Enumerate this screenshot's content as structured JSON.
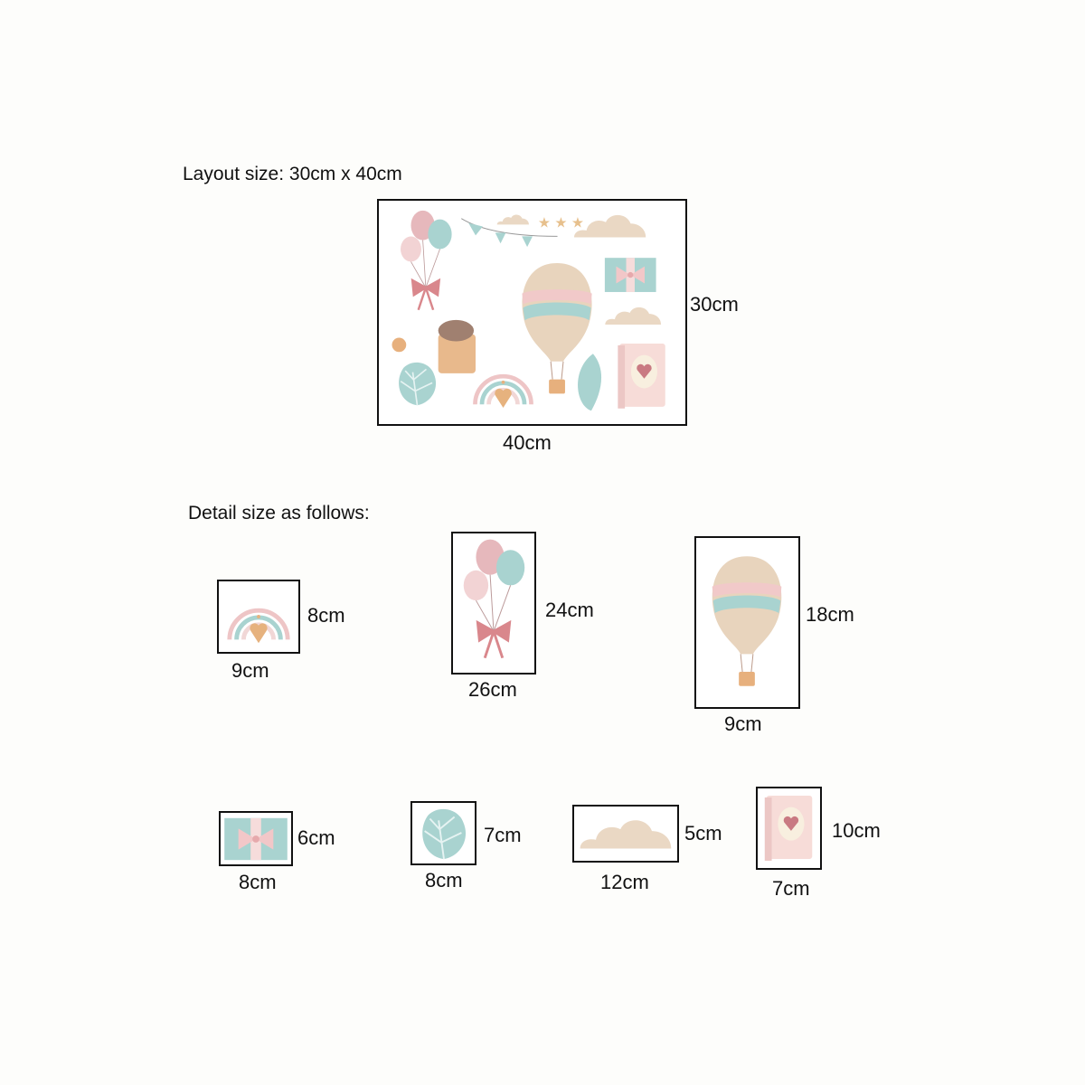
{
  "layout": {
    "heading": "Layout size: 30cm x 40cm",
    "height_label": "30cm",
    "width_label": "40cm"
  },
  "detail": {
    "heading": "Detail size as follows:",
    "items": [
      {
        "name": "rainbow",
        "height": "8cm",
        "width": "9cm"
      },
      {
        "name": "balloons",
        "height": "24cm",
        "width": "26cm"
      },
      {
        "name": "hot-air-balloon",
        "height": "18cm",
        "width": "9cm"
      },
      {
        "name": "gift",
        "height": "6cm",
        "width": "8cm"
      },
      {
        "name": "leaf",
        "height": "7cm",
        "width": "8cm"
      },
      {
        "name": "cloud",
        "height": "5cm",
        "width": "12cm"
      },
      {
        "name": "book",
        "height": "10cm",
        "width": "7cm"
      }
    ]
  },
  "colors": {
    "pink": "#e9bcbf",
    "teal": "#a9d3d0",
    "beige": "#e8d4bd",
    "orange": "#e7b07d",
    "bow": "#d9878c"
  }
}
